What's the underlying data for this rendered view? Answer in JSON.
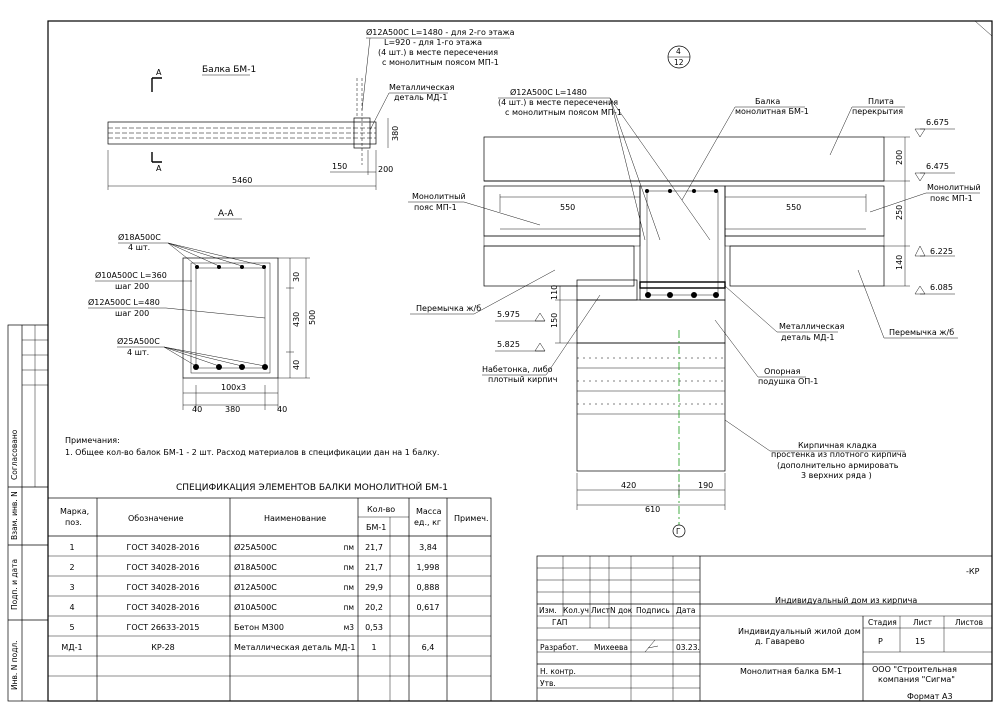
{
  "beam_elevation": {
    "title": "Балка БМ-1",
    "section_mark": "A",
    "len_total": "5460",
    "len_150": "150",
    "len_200": "200",
    "height_380": "380",
    "rebar_note_1": "Ø12А500С L=1480 - для 2-го этажа",
    "rebar_note_2": "L=920 - для 1-го этажа",
    "rebar_note_3": "(4 шт.) в месте пересечения",
    "rebar_note_4": "с монолитным поясом МП-1",
    "metal_1": "Металлическая",
    "metal_2": "деталь МД-1"
  },
  "section_aa": {
    "title": "А-А",
    "rebar_top_1": "Ø18А500С",
    "rebar_top_2": "4 шт.",
    "stirrup_1": "Ø10А500С L=360",
    "stirrup_2": "шаг 200",
    "link_1": "Ø12А500С L=480",
    "link_2": "шаг 200",
    "rebar_bot_1": "Ø25А500С",
    "rebar_bot_2": "4 шт.",
    "dim_30": "30",
    "dim_430": "430",
    "dim_500": "500",
    "dim_40v": "40",
    "dim_100x3": "100x3",
    "dim_40a": "40",
    "dim_380": "380",
    "dim_40b": "40"
  },
  "notes": {
    "title": "Примечания:",
    "line1": "1. Общее кол-во балок БМ-1 - 2 шт. Расход материалов в спецификации дан на 1 балку."
  },
  "node": {
    "circle_top": "4",
    "circle_bot": "12",
    "rebar_1": "Ø12А500С L=1480",
    "rebar_2": "(4 шт.) в месте пересечения",
    "rebar_3": "с монолитным поясом МП-1",
    "beam_1": "Балка",
    "beam_2": "монолитная БМ-1",
    "slab_1": "Плита",
    "slab_2": "перекрытия",
    "belt_l1": "Монолитный",
    "belt_l2": "пояс МП-1",
    "belt_r1": "Монолитный",
    "belt_r2": "пояс МП-1",
    "lintel_left": "Перемычка ж/б",
    "lintel_right": "Перемычка ж/б",
    "metal_1": "Металлическая",
    "metal_2": "деталь МД-1",
    "pad_1": "Опорная",
    "pad_2": "подушка ОП-1",
    "pad_alt_1": "Набетонка, либо",
    "pad_alt_2": "плотный кирпич",
    "masonry_1": "Кирпичная кладка",
    "masonry_2": "простенка из плотного кирпича",
    "masonry_3": "(дополнительно армировать",
    "masonry_4": "3 верхних ряда )",
    "lvl_6675": "6.675",
    "lvl_6475": "6.475",
    "lvl_6225": "6.225",
    "lvl_6085": "6.085",
    "lvl_5975": "5.975",
    "lvl_5825": "5.825",
    "dim_550a": "550",
    "dim_550b": "550",
    "dim_200": "200",
    "dim_250": "250",
    "dim_140": "140",
    "dim_110": "110",
    "dim_150": "150",
    "dim_420": "420",
    "dim_190": "190",
    "dim_610": "610",
    "axis": "Г"
  },
  "spec": {
    "title": "СПЕЦИФИКАЦИЯ ЭЛЕМЕНТОВ БАЛКИ МОНОЛИТНОЙ БМ-1",
    "h_mark_1": "Марка,",
    "h_mark_2": "поз.",
    "h_desig": "Обозначение",
    "h_name": "Наименование",
    "h_qty": "Кол-во",
    "h_qty_sub": "БМ-1",
    "h_mass_1": "Масса",
    "h_mass_2": "ед., кг",
    "h_note": "Примеч.",
    "rows": [
      {
        "mark": "1",
        "desig": "ГОСТ 34028-2016",
        "name": "Ø25А500С",
        "unit": "пм",
        "qty": "21,7",
        "mass": "3,84"
      },
      {
        "mark": "2",
        "desig": "ГОСТ 34028-2016",
        "name": "Ø18А500С",
        "unit": "пм",
        "qty": "21,7",
        "mass": "1,998"
      },
      {
        "mark": "3",
        "desig": "ГОСТ 34028-2016",
        "name": "Ø12А500С",
        "unit": "пм",
        "qty": "29,9",
        "mass": "0,888"
      },
      {
        "mark": "4",
        "desig": "ГОСТ 34028-2016",
        "name": "Ø10А500С",
        "unit": "пм",
        "qty": "20,2",
        "mass": "0,617"
      },
      {
        "mark": "5",
        "desig": "ГОСТ 26633-2015",
        "name": "Бетон М300",
        "unit": "м3",
        "qty": "0,53",
        "mass": ""
      },
      {
        "mark": "МД-1",
        "desig": "КР-28",
        "name": "Металлическая деталь МД-1",
        "unit": "",
        "qty": "1",
        "mass": "6,4"
      }
    ]
  },
  "side": {
    "agreed": "Согласовано",
    "inv_vzam": "Взам. инв. N",
    "sign_date": "Подп. и дата",
    "inv_podl": "Инв. N подл."
  },
  "title_block": {
    "code": "-КР",
    "project": "Индивидуальный дом из кирпича",
    "h_izm": "Изм.",
    "h_kol": "Кол.уч",
    "h_list": "Лист",
    "h_ndok": "N док",
    "h_podp": "Подпись",
    "h_data": "Дата",
    "gap": "ГАП",
    "razrab": "Разработ.",
    "razrab_name": "Михеева",
    "razrab_date": "03.23.",
    "nkontr": "Н. контр.",
    "utv": "Утв.",
    "object_1": "Индивидуальный жилой дом",
    "object_2": "д. Гаварево",
    "stage_h": "Стадия",
    "sheet_h": "Лист",
    "sheets_h": "Листов",
    "stage": "Р",
    "sheet": "15",
    "sheets": "",
    "drawing": "Монолитная балка БМ-1",
    "org_1": "ООО \"Строительная",
    "org_2": "компания \"Сигма\"",
    "format": "Формат А3"
  }
}
